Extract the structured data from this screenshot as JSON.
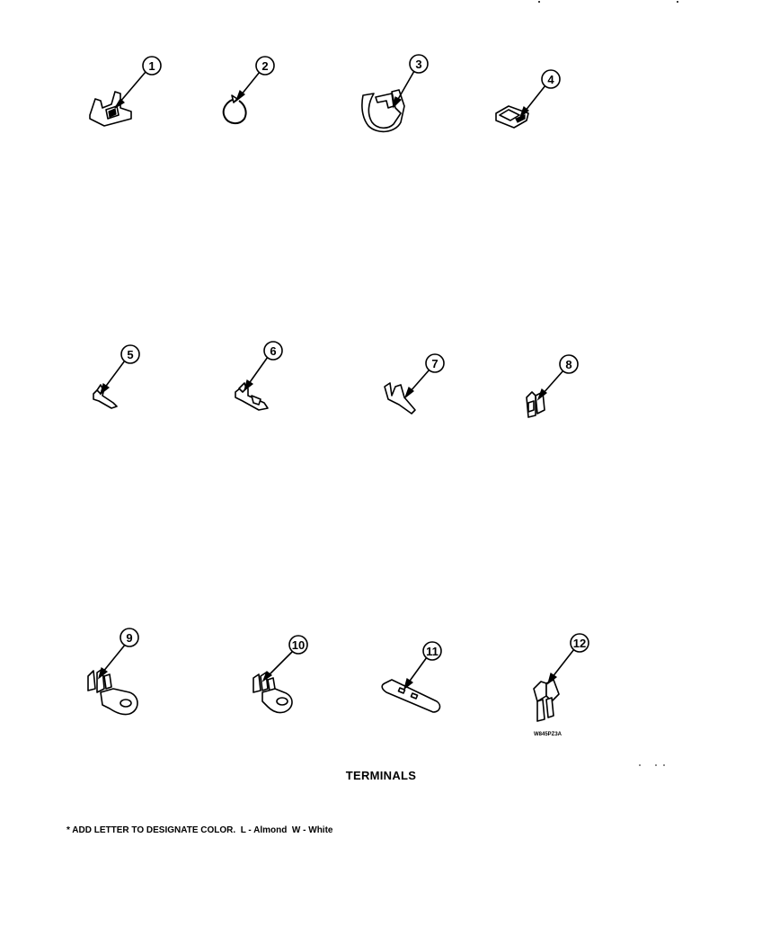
{
  "diagram": {
    "title": "TERMINALS",
    "note": "* ADD LETTER TO DESIGNATE COLOR.  L - Almond  W - White",
    "drawing_code": "W845PZ3A",
    "callouts": [
      "1",
      "2",
      "3",
      "4",
      "5",
      "6",
      "7",
      "8",
      "9",
      "10",
      "11",
      "12"
    ]
  }
}
